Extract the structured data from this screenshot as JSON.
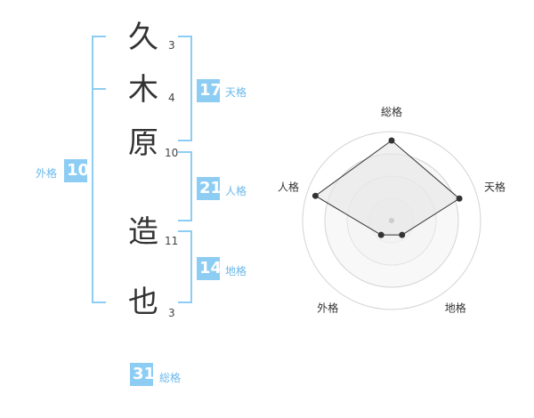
{
  "name": {
    "characters": [
      {
        "char": "久",
        "strokes": "3"
      },
      {
        "char": "木",
        "strokes": "4"
      },
      {
        "char": "原",
        "strokes": "10"
      },
      {
        "char": "造",
        "strokes": "11"
      },
      {
        "char": "也",
        "strokes": "3"
      }
    ]
  },
  "scores": {
    "tenkaku": {
      "value": "17",
      "label": "天格"
    },
    "jinkaku": {
      "value": "21",
      "label": "人格"
    },
    "chikaku": {
      "value": "14",
      "label": "地格"
    },
    "gaikaku": {
      "value": "10",
      "label": "外格"
    },
    "soukaku": {
      "value": "31",
      "label": "総格"
    }
  },
  "colors": {
    "accent": "#8ecdf3",
    "label_text": "#6ab8ea"
  },
  "chart_data": {
    "type": "radar",
    "axes": [
      "総格",
      "天格",
      "地格",
      "外格",
      "人格"
    ],
    "values": [
      0.9,
      0.8,
      0.2,
      0.2,
      0.9
    ],
    "range": [
      0,
      1
    ],
    "rings": 4
  }
}
